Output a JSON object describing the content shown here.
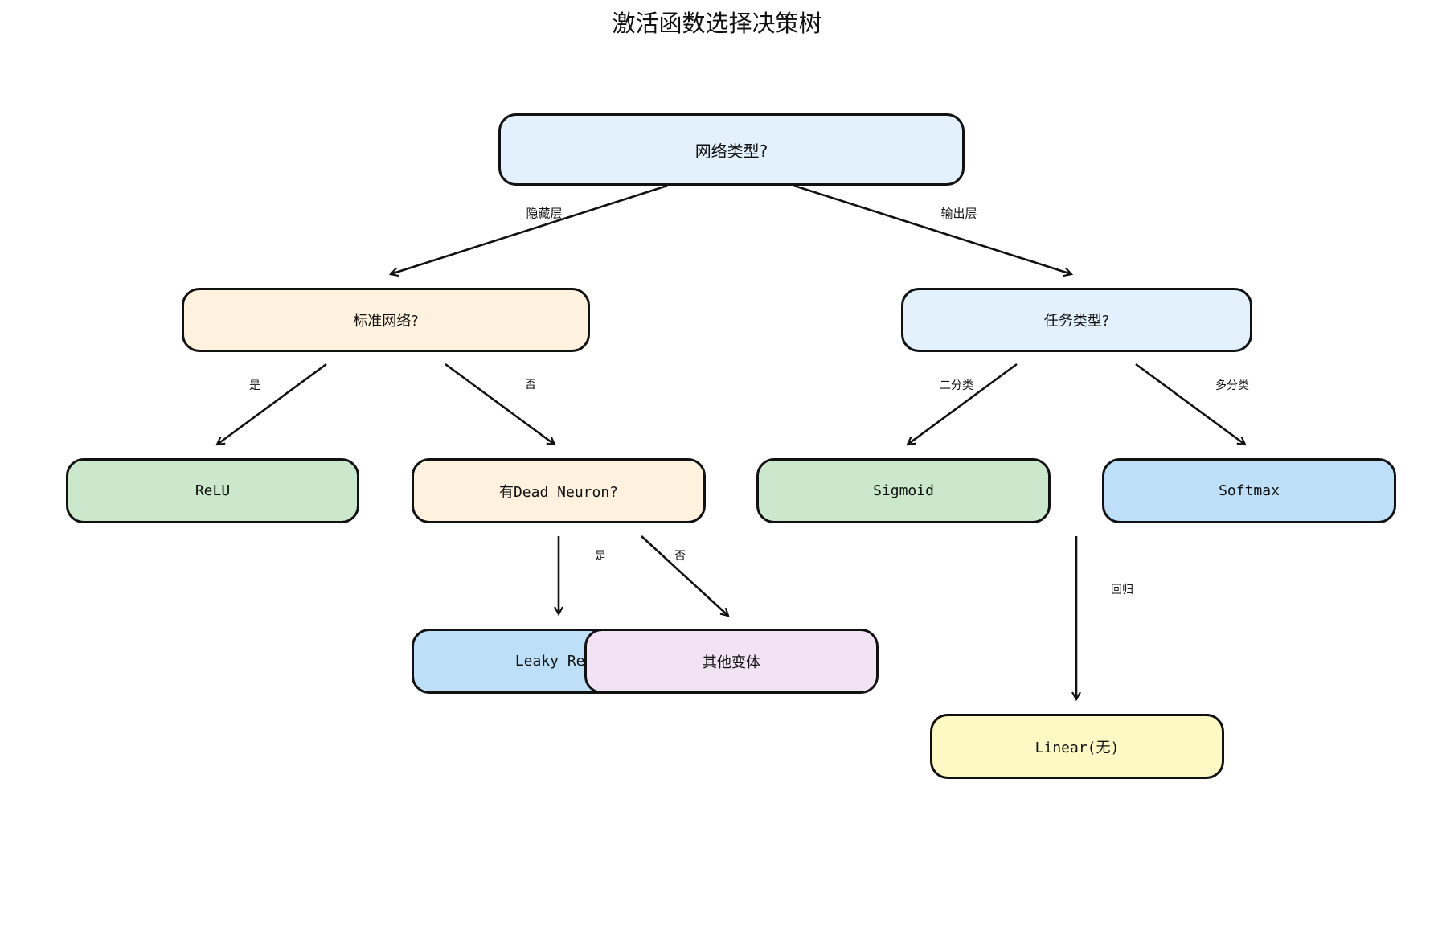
{
  "title": "激活函数选择决策树",
  "colors": {
    "root": "#e3f1fc",
    "hidden_branch": "#fef1de",
    "output_branch": "#e3f1fc",
    "green": "#cce8cc",
    "blue": "#bddff8",
    "purple": "#f1e3f4",
    "yellow": "#fef9c4",
    "stroke": "#111111"
  },
  "nodes": {
    "root": "网络类型?",
    "standard_network": "标准网络?",
    "task_type": "任务类型?",
    "relu": "ReLU",
    "dead_neuron": "有Dead Neuron?",
    "sigmoid": "Sigmoid",
    "softmax": "Softmax",
    "leaky_relu": "Leaky ReLU",
    "other_variants": "其他变体",
    "linear": "Linear(无)"
  },
  "edges": {
    "hidden_layer": "隐藏层",
    "output_layer": "输出层",
    "std_yes": "是",
    "std_no": "否",
    "binary": "二分类",
    "multiclass": "多分类",
    "dead_yes": "是",
    "dead_no": "否",
    "regression": "回归"
  }
}
